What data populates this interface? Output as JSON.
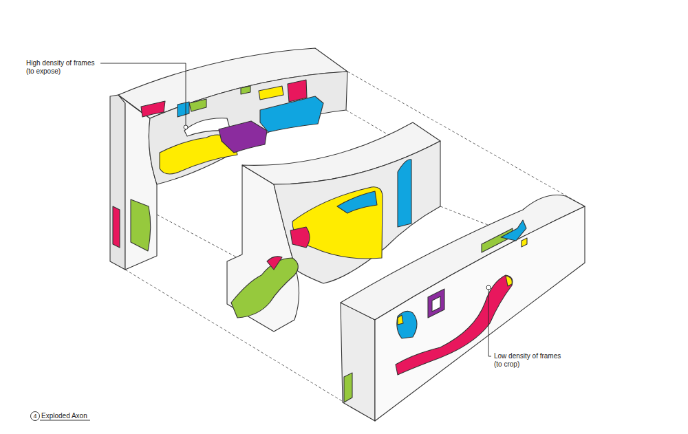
{
  "diagram": {
    "labels": [
      "High density of frames (to expose)",
      "Low density of frames (to crop)",
      "4",
      "Exploded Axon"
    ]
  }
}
